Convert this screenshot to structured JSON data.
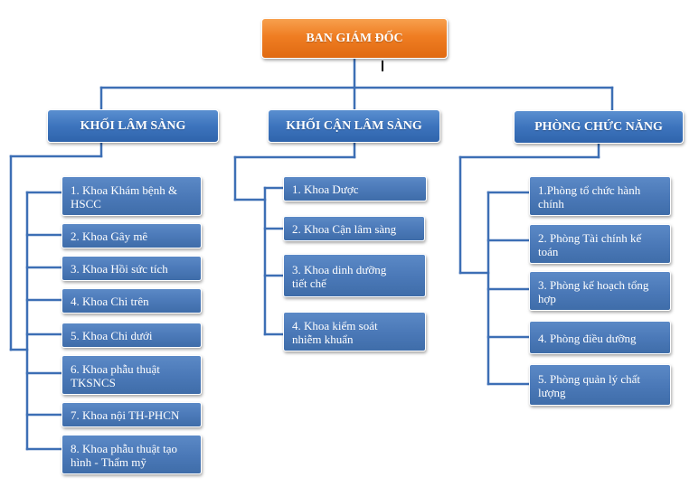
{
  "root": {
    "label": "BAN GIÁM ĐỐC"
  },
  "branches": [
    {
      "label": "KHỐI LÂM SÀNG",
      "items": [
        "1. Khoa Khám bệnh &\nHSCC",
        "2. Khoa Gây mê",
        "3. Khoa Hồi sức tích",
        "4. Khoa Chi trên",
        "5. Khoa Chi dưới",
        "6. Khoa phẫu thuật\nTKSNCS",
        "7. Khoa nội TH-PHCN",
        "8. Khoa phẫu thuật tạo\nhình - Thẩm mỹ"
      ]
    },
    {
      "label": "KHỐI CẬN LÂM SÀNG",
      "items": [
        "1. Khoa Dược",
        "2. Khoa Cận lâm sàng",
        "3. Khoa dinh dưỡng\ntiết chế",
        "4. Khoa kiểm soát\nnhiễm khuẩn"
      ]
    },
    {
      "label": "PHÒNG CHỨC NĂNG",
      "items": [
        "1.Phòng tổ chức hành\nchính",
        "2. Phòng Tài chính kế\ntoán",
        "3. Phòng kế hoạch tổng\nhợp",
        "4. Phòng điều dưỡng",
        "5. Phòng quản lý chất\nlượng"
      ]
    }
  ],
  "colors": {
    "root_fill": "#ef7d22",
    "branch_fill": "#3d74bd",
    "leaf_fill": "#4a78b7",
    "connector": "#3d6fb5"
  }
}
